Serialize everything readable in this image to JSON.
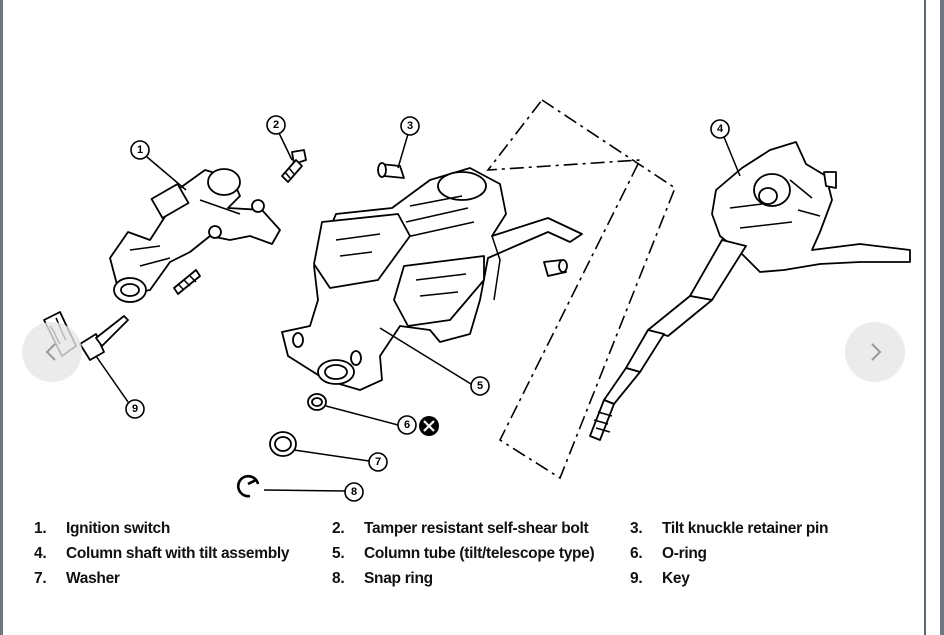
{
  "callouts": [
    "1",
    "2",
    "3",
    "4",
    "5",
    "6",
    "7",
    "8",
    "9"
  ],
  "legend": [
    {
      "num": "1.",
      "label": "Ignition switch"
    },
    {
      "num": "2.",
      "label": "Tamper resistant self-shear bolt"
    },
    {
      "num": "3.",
      "label": "Tilt knuckle retainer pin"
    },
    {
      "num": "4.",
      "label": "Column shaft with tilt assembly"
    },
    {
      "num": "5.",
      "label": "Column tube (tilt/telescope type)"
    },
    {
      "num": "6.",
      "label": "O-ring"
    },
    {
      "num": "7.",
      "label": "Washer"
    },
    {
      "num": "8.",
      "label": "Snap ring"
    },
    {
      "num": "9.",
      "label": "Key"
    }
  ],
  "icons": {
    "prev": "chevron-left-icon",
    "next": "chevron-right-icon",
    "do_not_reuse": "circle-x-icon"
  }
}
